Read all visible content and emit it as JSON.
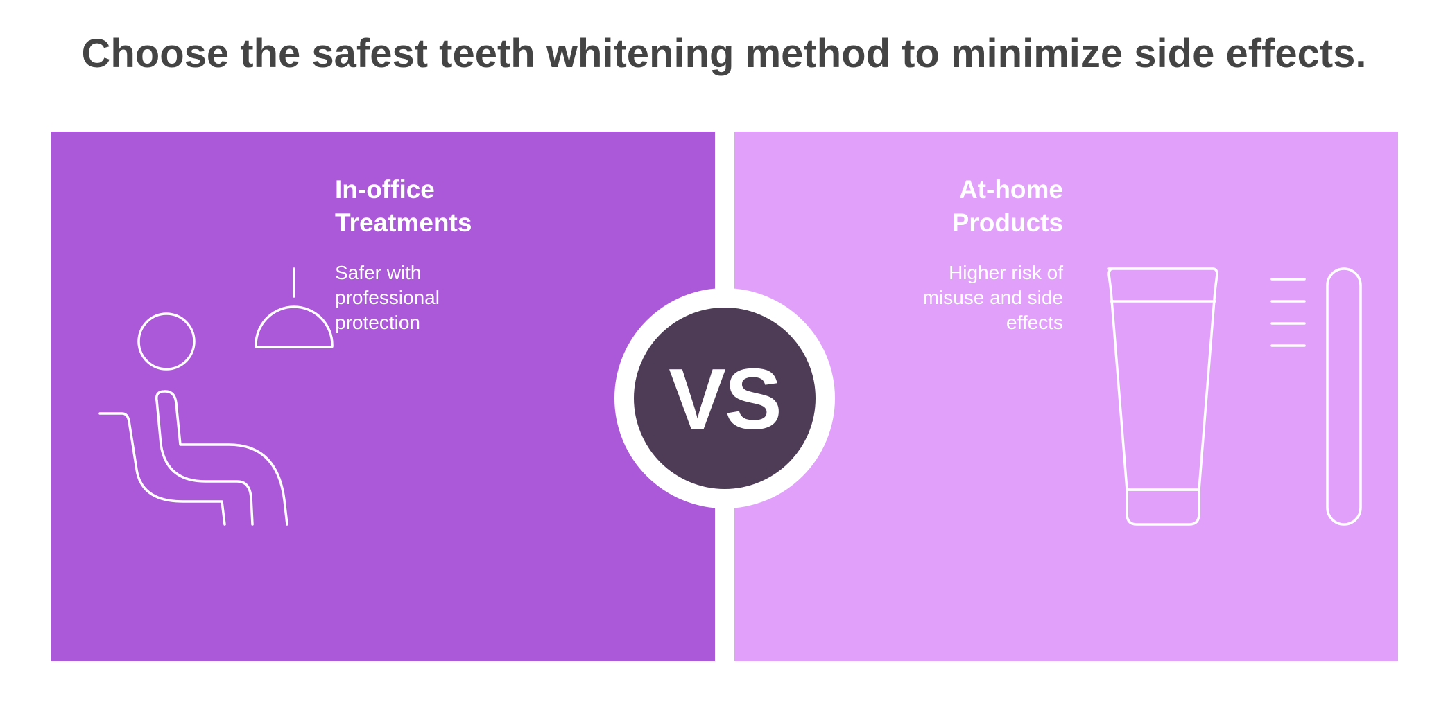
{
  "title": "Choose the safest teeth whitening method to minimize side effects.",
  "colors": {
    "title": "#444444",
    "left_panel": "#AC59D9",
    "right_panel": "#E1A1FA",
    "vs_circle": "#4E3B56",
    "ring": "#FFFFFF",
    "icon_stroke": "#FFFFFF"
  },
  "left": {
    "heading": "In-office\nTreatments",
    "description": "Safer with\nprofessional\nprotection",
    "icon": "dental-chair-icon"
  },
  "right": {
    "heading": "At-home\nProducts",
    "description": "Higher risk of\nmisuse and side\neffects",
    "icon": "toothpaste-tube-icon"
  },
  "vs": {
    "label": "VS"
  }
}
